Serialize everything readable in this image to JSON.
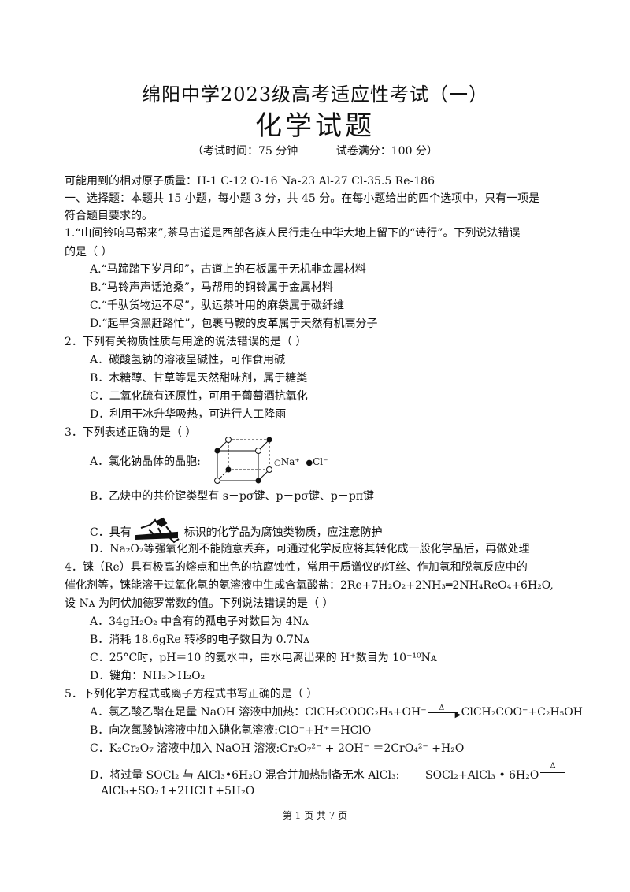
{
  "header": {
    "school_line": "绵阳中学2023级高考适应性考试（一）",
    "subject": "化学试题",
    "time": "（考试时间：75 分钟",
    "score": "试卷满分：100 分）"
  },
  "atomic_masses": "可能用到的相对原子质量：H-1   C-12   O-16   Na-23   Al-27   Cl-35.5   Re-186",
  "section1": {
    "line1": "一、选择题：本题共 15 小题，每小题 3 分，共 45 分。在每小题给出的四个选项中，只有一项是",
    "line2": "符合题目要求的。"
  },
  "q1": {
    "stem1": "1.“山间铃响马帮来”,茶马古道是西部各族人民行走在中华大地上留下的“诗行”。下列说法错误",
    "stem2": "的是（      ）",
    "A": "A.“马蹄踏下岁月印”，古道上的石板属于无机非金属材料",
    "B": "B.“马铃声声话沧桑”，马帮用的铜铃属于金属材料",
    "C": "C.“千驮货物运不尽”，驮运茶叶用的麻袋属于碳纤维",
    "D": "D.“起早贪黑赶路忙”，包裹马鞍的皮革属于天然有机高分子"
  },
  "q2": {
    "stem": "2．下列有关物质性质与用途的说法错误的是（      ）",
    "A": "A．碳酸氢钠的溶液呈碱性，可作食用碱",
    "B": "B．木糖醇、甘草等是天然甜味剂，属于糖类",
    "C": "C．二氧化硫有还原性，可用于葡萄酒抗氧化",
    "D": "D．利用干冰升华吸热，可进行人工降雨"
  },
  "q3": {
    "stem": "3．下列表述正确的是（      ）",
    "A_prefix": "A．氯化钠晶体的晶胞:",
    "legend_na": "Na⁺",
    "legend_cl": "Cl⁻",
    "B": "B．乙炔中的共价键类型有 s－pσ键、p－pσ键、p－pπ键",
    "C_prefix": "C．具有",
    "C_suffix": "标识的化学品为腐蚀类物质，应注意防护",
    "D": "D．Na₂O₂等强氧化剂不能随意丢弃，可通过化学反应将其转化成一般化学品后，再做处理"
  },
  "q4": {
    "stem1": "4．铼（Re）具有极高的熔点和出色的抗腐蚀性，常用于质谱仪的灯丝、作加氢和脱氢反应中的",
    "stem2": "催化剂等，铼能溶于过氧化氢的氨溶液中生成含氧酸盐：2Re+7H₂O₂+2NH₃═2NH₄ReO₄+6H₂O,",
    "stem3": "设 Nᴀ 为阿伏加德罗常数的值。下列说法错误的是（      ）",
    "A": "A．34gH₂O₂ 中含有的孤电子对数目为 4Nᴀ",
    "B": "B．消耗 18.6gRe 转移的电子数目为 0.7Nᴀ",
    "C": "C．25°C时，pH＝10 的氨水中，由水电离出来的 H⁺数目为 10⁻¹⁰Nᴀ",
    "D": "D．键角：NH₃＞H₂O₂"
  },
  "q5": {
    "stem": "5．下列化学方程式或离子方程式书写正确的是（      ）",
    "A_left": "A．氯乙酸乙酯在足量 NaOH 溶液中加热：ClCH₂COOC₂H₅+OH⁻",
    "A_cond": "Δ",
    "A_right": "ClCH₂COO⁻+C₂H₅OH",
    "B": "B．向次氯酸钠溶液中加入碘化氢溶液:ClO⁻+H⁺＝HClO",
    "C": "C．K₂Cr₂O₇ 溶液中加入 NaOH 溶液:Cr₂O₇²⁻ + 2OH⁻ ＝2CrO₄²⁻ +H₂O",
    "D_left": "D．将过量 SOCl₂ 与 AlCl₃•6H₂O 混合并加热制备无水 AlCl₃:",
    "D_mid": "SOCl₂+AlCl₃ • 6H₂O",
    "D_cond": "Δ",
    "D2": "AlCl₃+SO₂↑+2HCl↑+5H₂O"
  },
  "footer": "第 1 页  共 7 页"
}
